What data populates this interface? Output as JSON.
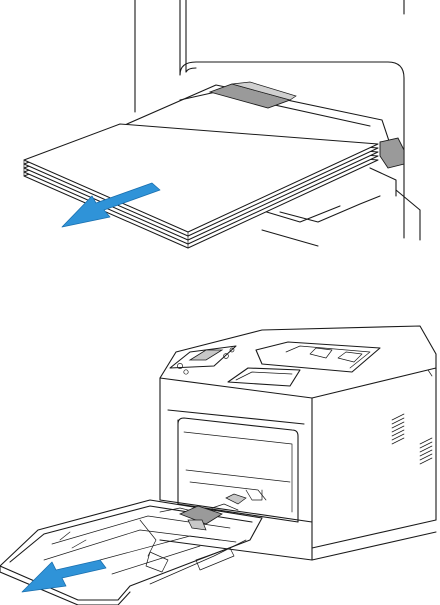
{
  "figures": [
    {
      "id": "top",
      "subject": "paper-stack-in-bypass-tray"
    },
    {
      "id": "bottom",
      "subject": "printer-with-extended-paper-tray"
    }
  ],
  "colors": {
    "arrow": "#2f93d8",
    "guide": "#9a9a9a",
    "line": "#1a1a1a",
    "background": "#ffffff"
  },
  "icons": [
    "pull-arrow-icon",
    "pull-arrow-icon"
  ]
}
